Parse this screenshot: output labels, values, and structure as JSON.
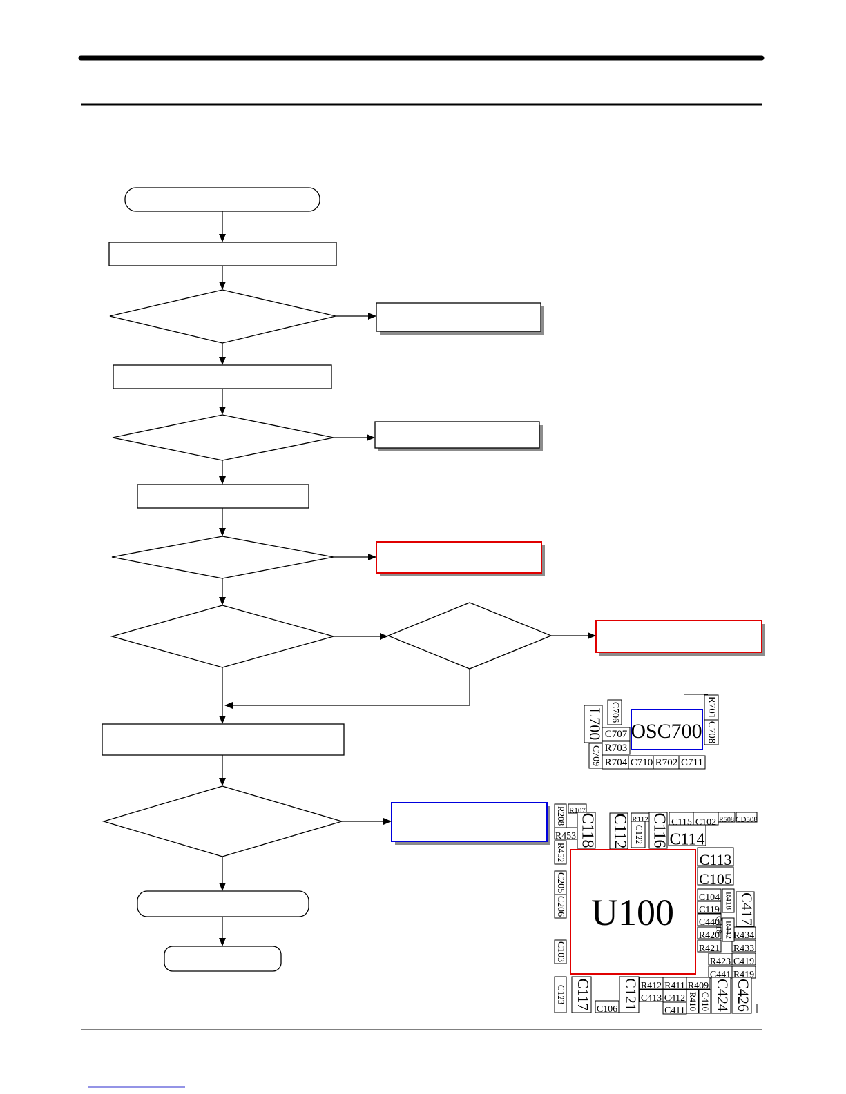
{
  "colors": {
    "line": "#000000",
    "highlight_red": "#e00000",
    "highlight_blue": "#0000dd",
    "shadow": "#8c8c8c",
    "link_underline": "#2a2acc"
  },
  "pcb_top": {
    "main_label": "OSC700",
    "components": [
      "L700",
      "C706",
      "C707",
      "R703",
      "C709",
      "R704",
      "C710",
      "R702",
      "C711",
      "R701",
      "C708"
    ]
  },
  "pcb_bottom": {
    "main_label": "U100",
    "components": [
      "R107",
      "R208",
      "C118",
      "R453",
      "C112",
      "R112",
      "C122",
      "C116",
      "C115",
      "C102",
      "C114",
      "R508",
      "CD508",
      "C113",
      "C105",
      "R452",
      "C205",
      "C206",
      "C104",
      "C119",
      "C440",
      "R420",
      "R421",
      "C417",
      "R434",
      "R433",
      "C419",
      "R419",
      "R423",
      "C441",
      "C103",
      "C117",
      "C121",
      "R412",
      "R411",
      "R409",
      "C413",
      "C412",
      "C411",
      "C424",
      "C426",
      "C106",
      "C123",
      "R410",
      "C410",
      "R418",
      "R442",
      "C418"
    ]
  }
}
